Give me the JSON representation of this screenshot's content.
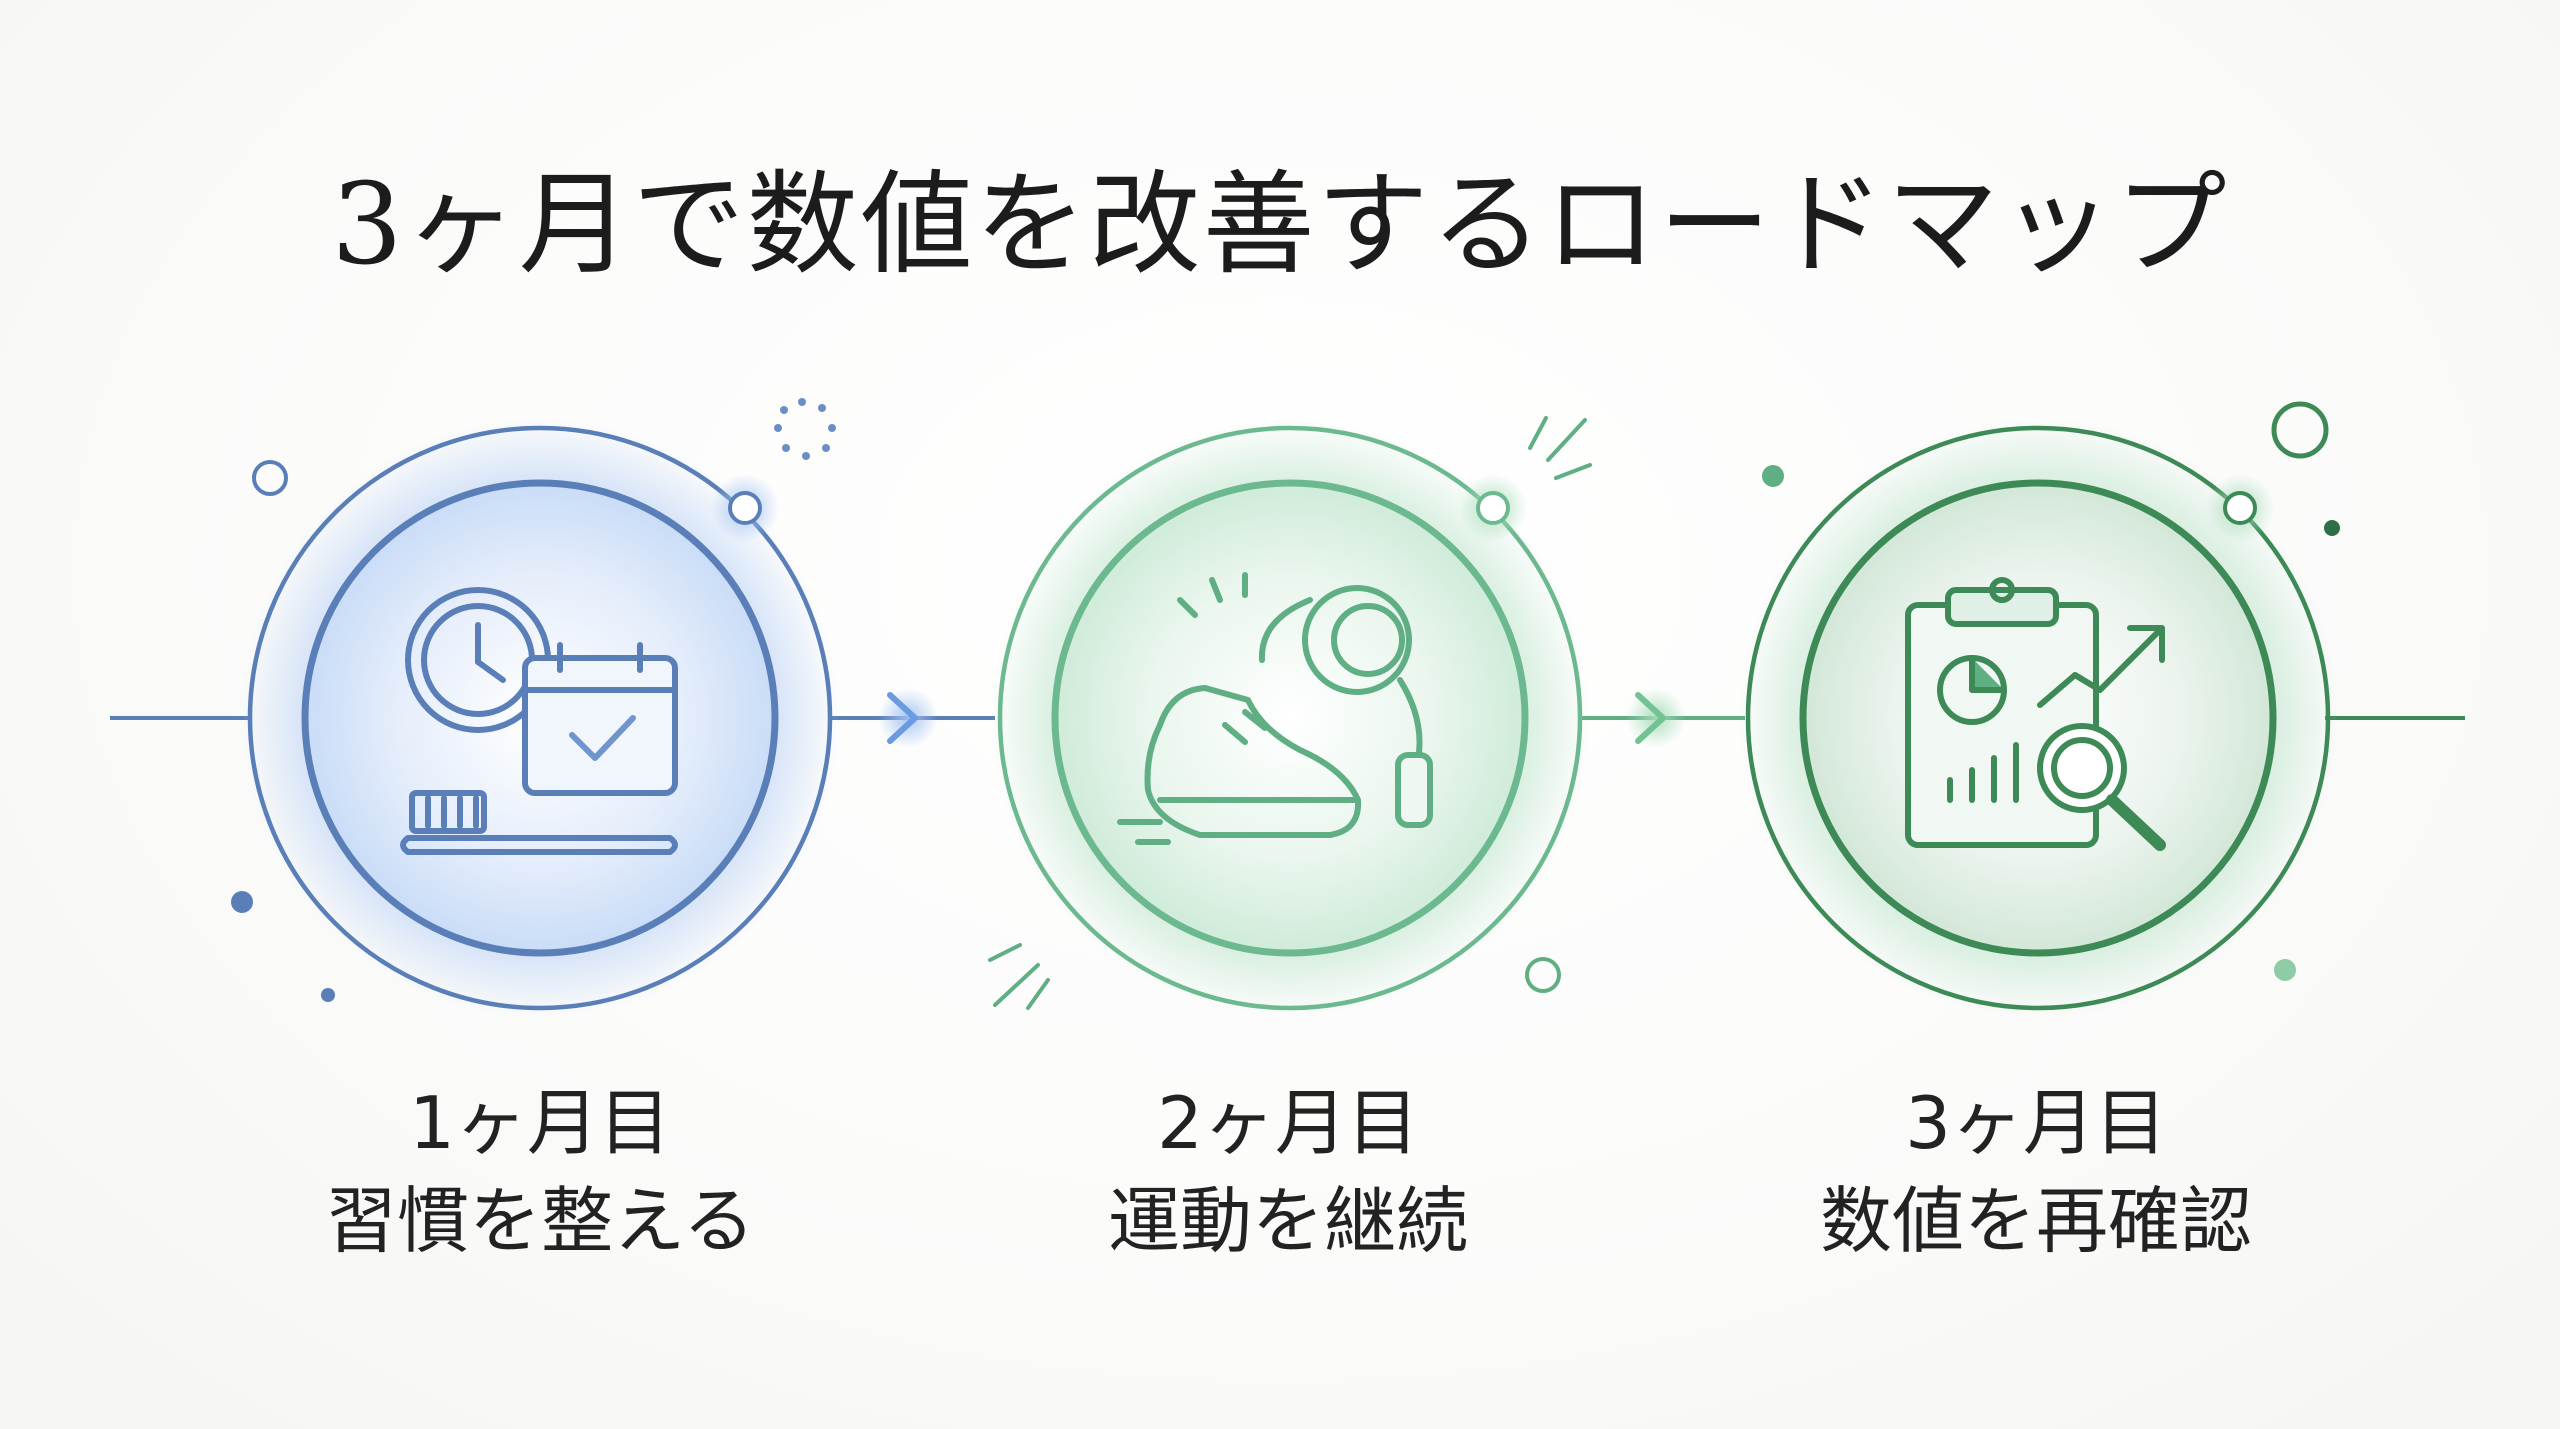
{
  "title": "3ヶ月で数値を改善するロードマップ",
  "steps": [
    {
      "month": "1ヶ月目",
      "label": "習慣を整える",
      "icon": "clock-calendar-toothbrush-icon",
      "color": "#5a7fb8"
    },
    {
      "month": "2ヶ月目",
      "label": "運動を継続",
      "icon": "sneaker-jump-rope-icon",
      "color": "#5fae84"
    },
    {
      "month": "3ヶ月目",
      "label": "数値を再確認",
      "icon": "clipboard-chart-magnifier-icon",
      "color": "#3d8a57"
    }
  ]
}
